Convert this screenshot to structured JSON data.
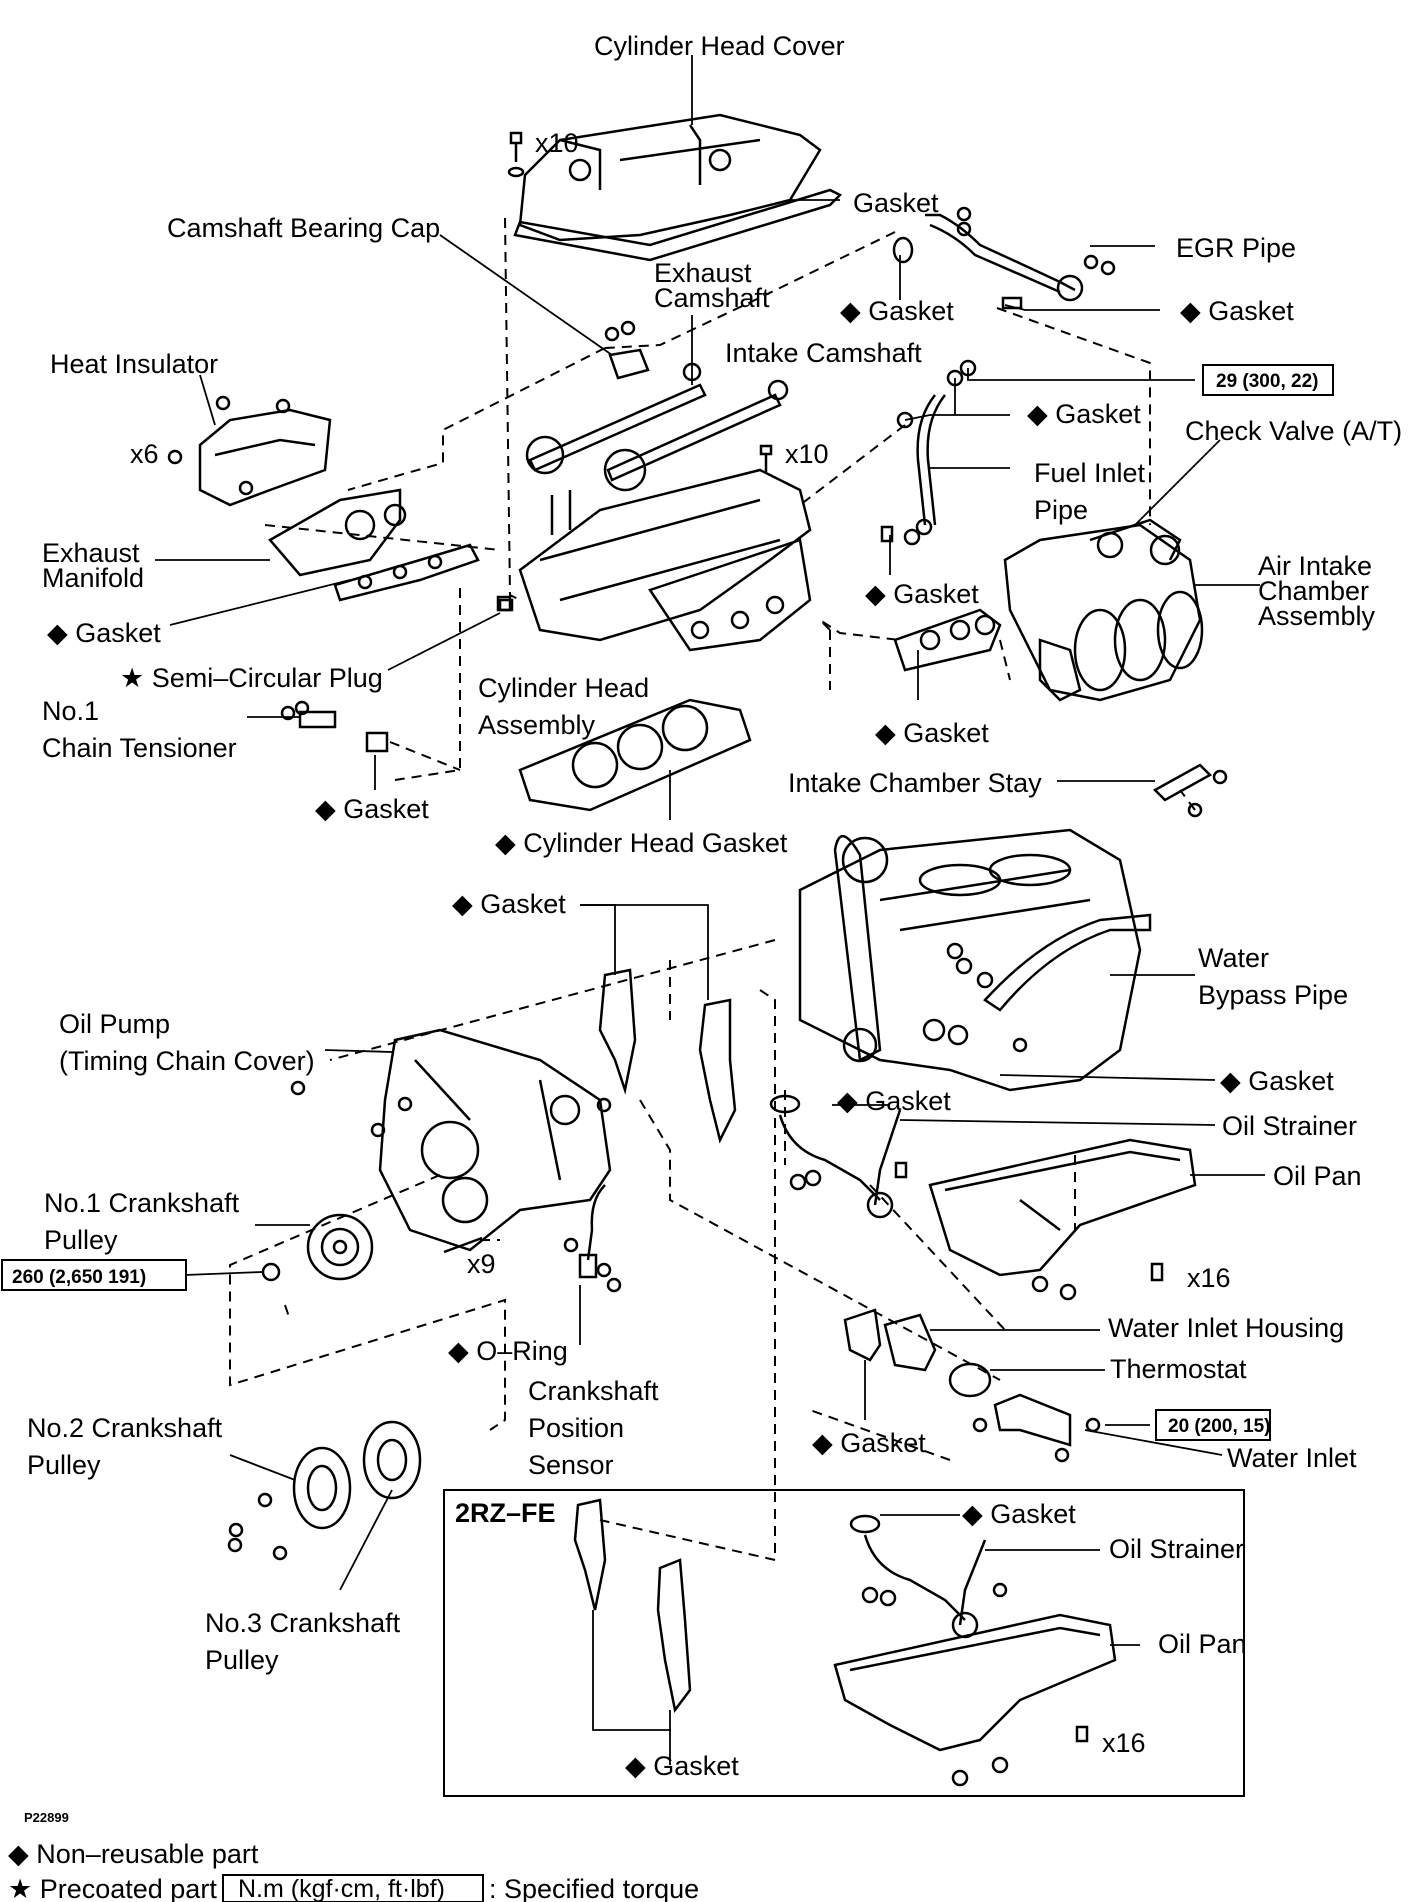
{
  "figure_id": "P22899",
  "labels": {
    "cylinder_head_cover": "Cylinder Head Cover",
    "x10_top": "x10",
    "gasket_cover": "Gasket",
    "camshaft_bearing_cap": "Camshaft Bearing Cap",
    "egr_pipe": "EGR Pipe",
    "exhaust_camshaft": "Exhaust\nCamshaft",
    "gasket_egr_left": "◆ Gasket",
    "gasket_egr_right": "◆ Gasket",
    "heat_insulator": "Heat Insulator",
    "intake_camshaft": "Intake Camshaft",
    "x6": "x6",
    "x10_mid": "x10",
    "gasket_fuel": "◆ Gasket",
    "check_valve": "Check Valve (A/T)",
    "fuel_inlet_pipe": "Fuel Inlet\nPipe",
    "exhaust_manifold": "Exhaust\nManifold",
    "air_intake_chamber": "Air Intake\nChamber\nAssembly",
    "gasket_exhaust_manifold": "◆ Gasket",
    "gasket_fuel_lower": "◆ Gasket",
    "semi_circular_plug": "★ Semi–Circular Plug",
    "cylinder_head_assembly": "Cylinder Head\nAssembly",
    "chain_tensioner": "No.1\nChain Tensioner",
    "gasket_intake_manifold": "◆ Gasket",
    "intake_chamber_stay": "Intake Chamber Stay",
    "gasket_tensioner": "◆ Gasket",
    "cylinder_head_gasket": "◆ Cylinder Head Gasket",
    "gasket_timing": "◆ Gasket",
    "water_bypass_pipe": "Water\nBypass Pipe",
    "oil_pump": "Oil Pump\n(Timing Chain Cover)",
    "gasket_bypass": "◆ Gasket",
    "gasket_strainer": "◆ Gasket",
    "oil_strainer": "Oil Strainer",
    "oil_pan": "Oil Pan",
    "no1_crankshaft_pulley": "No.1 Crankshaft\nPulley",
    "x9": "x9",
    "x16": "x16",
    "water_inlet_housing": "Water Inlet Housing",
    "o_ring": "◆ O–Ring",
    "thermostat": "Thermostat",
    "crankshaft_position_sensor": "Crankshaft\nPosition\nSensor",
    "gasket_water_inlet": "◆ Gasket",
    "water_inlet": "Water Inlet",
    "no2_crankshaft_pulley": "No.2 Crankshaft\nPulley",
    "no3_crankshaft_pulley": "No.3 Crankshaft\nPulley",
    "inset_title": "2RZ–FE",
    "inset_gasket_strainer": "◆ Gasket",
    "inset_oil_strainer": "Oil Strainer",
    "inset_oil_pan": "Oil Pan",
    "inset_x16": "x16",
    "inset_gasket_timing": "◆ Gasket"
  },
  "torque": {
    "fuel_pipe": "29 (300, 22)",
    "crank_pulley": "260 (2,650 191)",
    "water_inlet": "20 (200, 15)"
  },
  "legend": {
    "non_reusable": "◆ Non–reusable part",
    "precoated": "★ Precoated part",
    "torque_unit": "N.m (kgf·cm, ft·lbf)",
    "specified_torque": ": Specified torque"
  }
}
